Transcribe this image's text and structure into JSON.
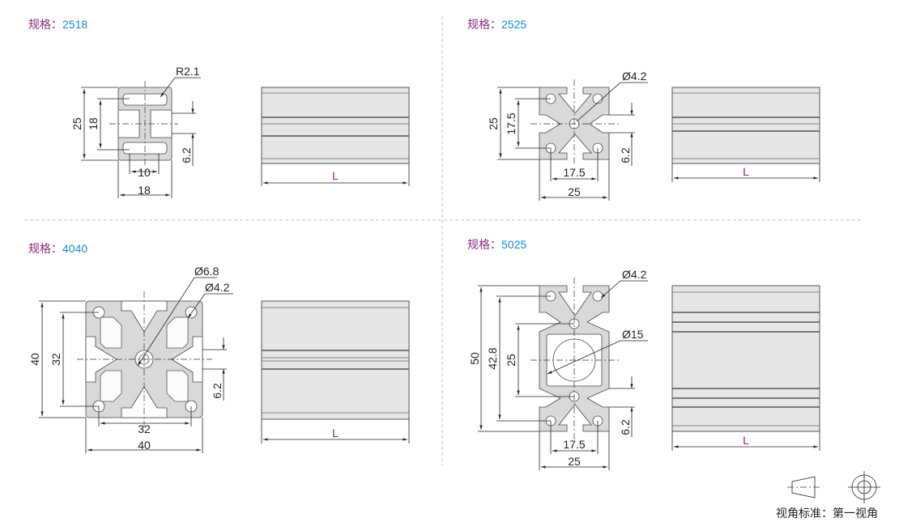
{
  "spec_label": "规格：",
  "colors": {
    "label": "#8a2a78",
    "value": "#1a87c9"
  },
  "panels": [
    {
      "spec": "2518",
      "dims": {
        "height": "25",
        "inner_height": "18",
        "slot": "6.2",
        "slot_width": "10",
        "width": "18",
        "radius": "R2.1"
      },
      "length": "L"
    },
    {
      "spec": "2525",
      "dims": {
        "height": "25",
        "inner_height": "17.5",
        "slot": "6.2",
        "inner_width": "17.5",
        "width": "25",
        "hole": "Ø4.2"
      },
      "length": "L"
    },
    {
      "spec": "4040",
      "dims": {
        "height": "40",
        "inner_height": "32",
        "slot": "6.2",
        "inner_width": "32",
        "width": "40",
        "center_hole": "Ø6.8",
        "hole": "Ø4.2"
      },
      "length": "L"
    },
    {
      "spec": "5025",
      "dims": {
        "height": "50",
        "inner_height": "42.8",
        "mid_height": "25",
        "slot": "6.2",
        "inner_width": "17.5",
        "width": "25",
        "hole": "Ø4.2",
        "center_hole": "Ø15"
      },
      "length": "L"
    }
  ],
  "legend": {
    "text": "视角标准：第一视角"
  }
}
